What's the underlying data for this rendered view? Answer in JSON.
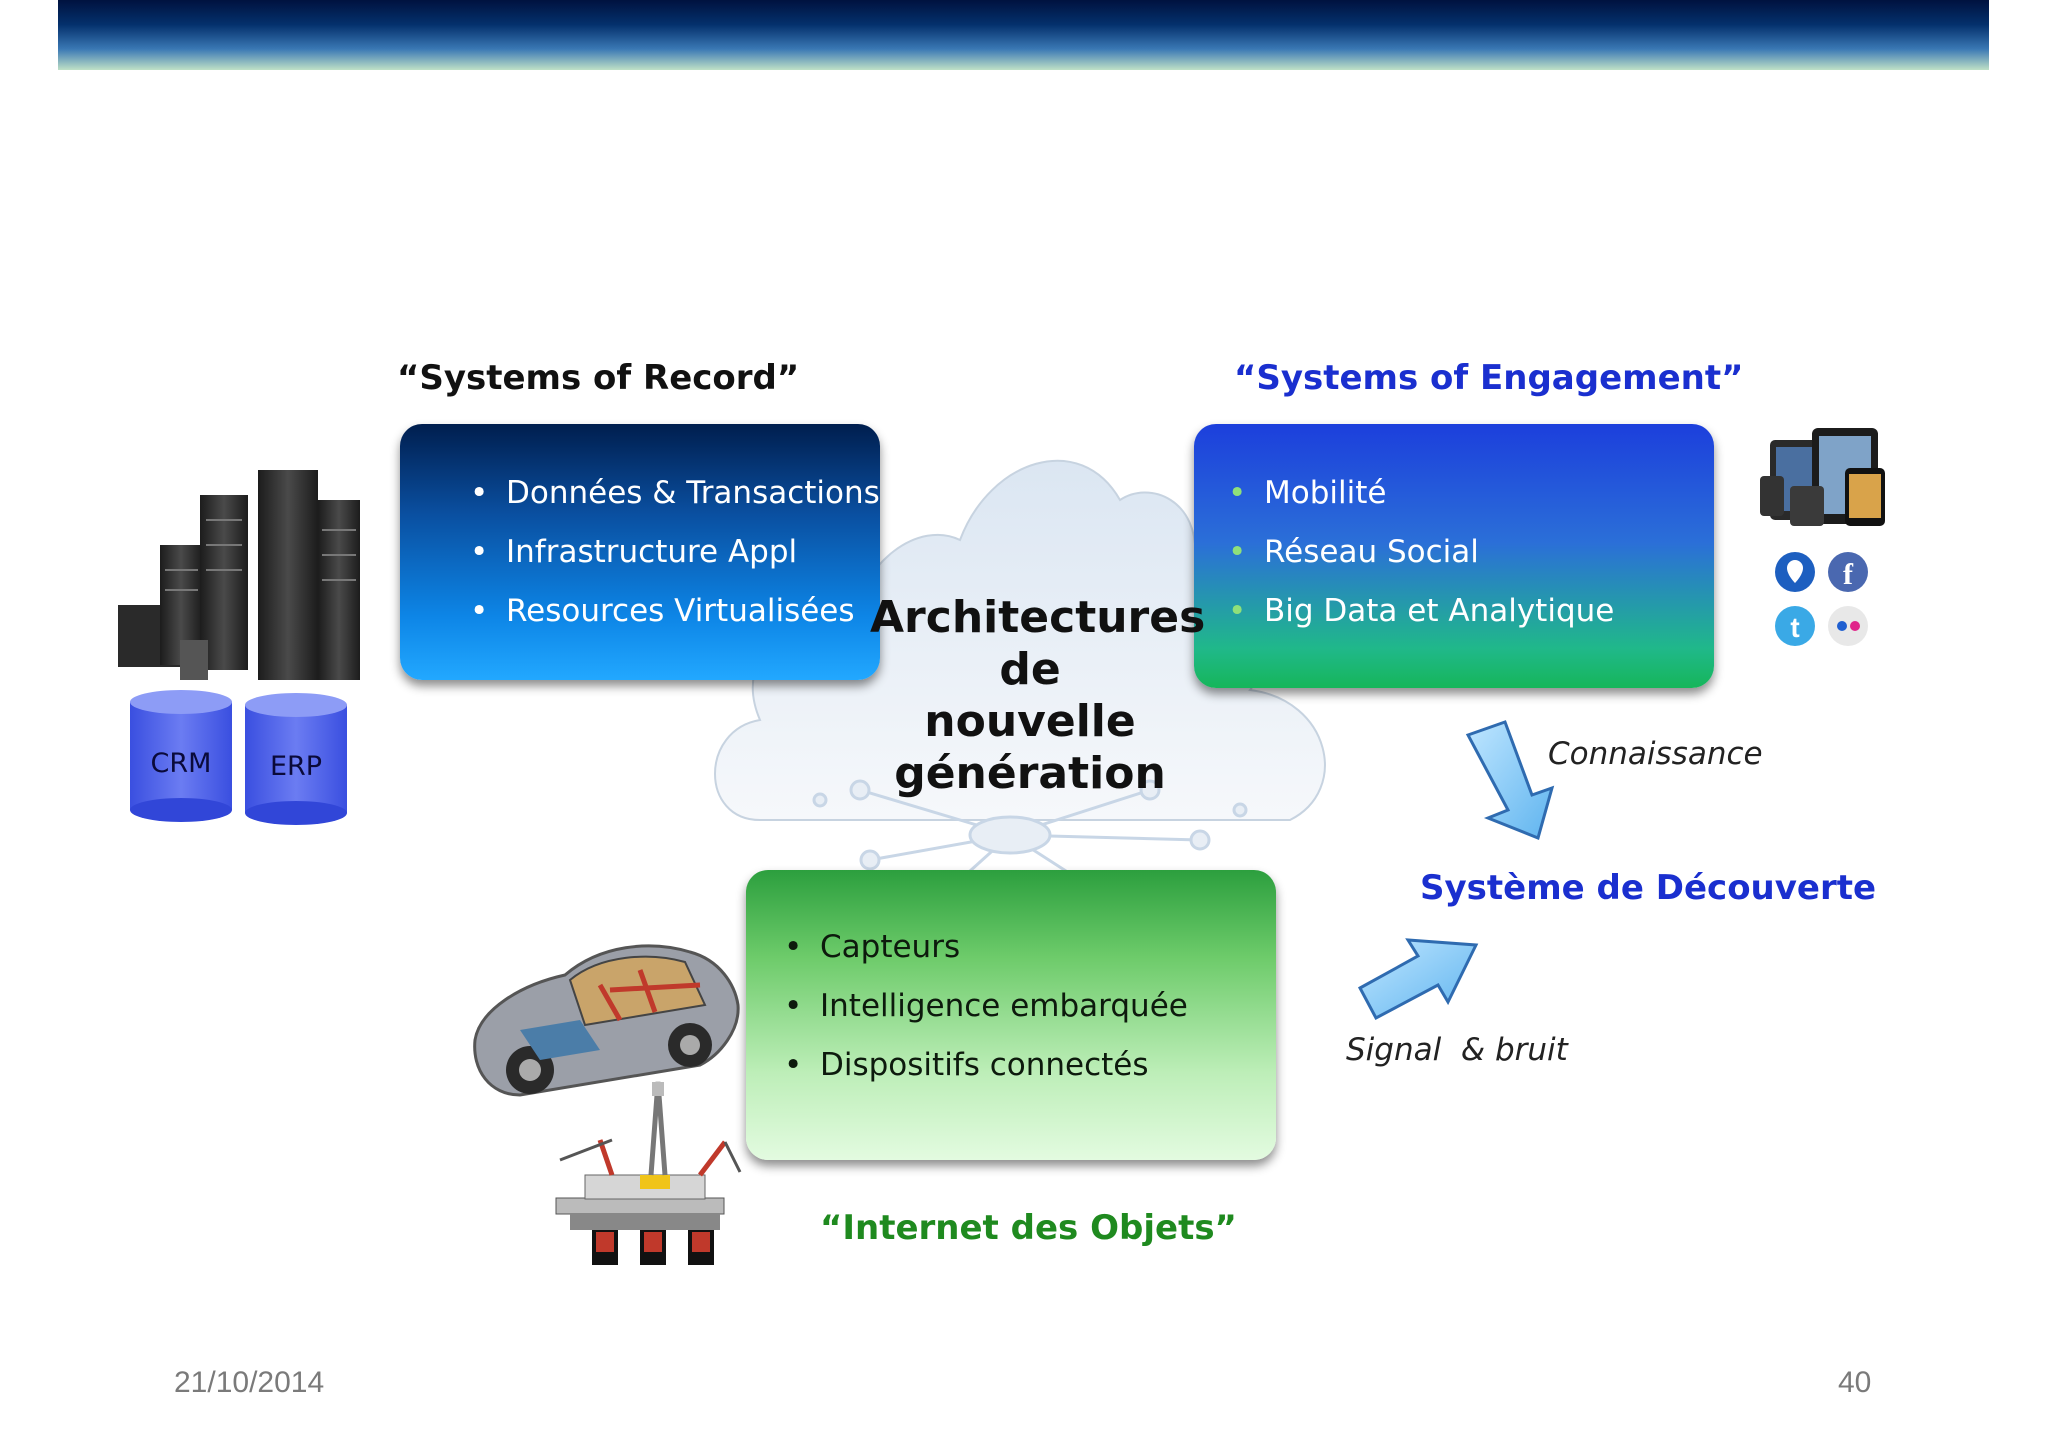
{
  "slide": {
    "header_record": "“Systems of Record”",
    "header_engagement": "“Systems of Engagement”",
    "header_iot": "“Internet des Objets”",
    "record_items": [
      "Données & Transactions",
      "Infrastructure Appl",
      "Resources Virtualisées"
    ],
    "engagement_items": [
      "Mobilité",
      "Réseau Social",
      "Big Data et Analytique"
    ],
    "iot_items": [
      "Capteurs",
      "Intelligence embarquée",
      "Dispositifs connectés"
    ],
    "center_title": [
      "Architectures",
      "de",
      "nouvelle",
      "génération"
    ],
    "discovery": "Système de Découverte",
    "knowledge_label": "Connaissance",
    "signal_label": "Signal  & bruit",
    "cylinders": [
      "CRM",
      "ERP"
    ],
    "bullet": "•"
  },
  "footer": {
    "date": "21/10/2014",
    "page": "40"
  },
  "colors": {
    "header_record": "#111111",
    "header_engagement": "#1a2fcf",
    "header_iot": "#1f8a1f",
    "discovery": "#1a2fcf"
  }
}
